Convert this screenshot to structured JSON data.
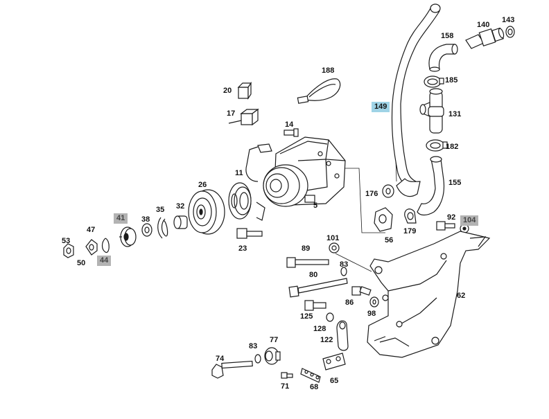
{
  "colors": {
    "highlight_selected": "#9fd3e6",
    "highlight_secondary": "#b3b3b3",
    "line": "#1a1a1a"
  },
  "parts": [
    {
      "id": "p149",
      "label": "149",
      "highlight": "blue"
    },
    {
      "id": "p41",
      "label": "41",
      "highlight": "gray"
    },
    {
      "id": "p44",
      "label": "44",
      "highlight": "gray"
    },
    {
      "id": "p104",
      "label": "104",
      "highlight": "gray"
    },
    {
      "id": "p140",
      "label": "140"
    },
    {
      "id": "p143",
      "label": "143"
    },
    {
      "id": "p158",
      "label": "158"
    },
    {
      "id": "p185",
      "label": "185"
    },
    {
      "id": "p131",
      "label": "131"
    },
    {
      "id": "p182",
      "label": "182"
    },
    {
      "id": "p155",
      "label": "155"
    },
    {
      "id": "p188",
      "label": "188"
    },
    {
      "id": "p20",
      "label": "20"
    },
    {
      "id": "p17",
      "label": "17"
    },
    {
      "id": "p14",
      "label": "14"
    },
    {
      "id": "p11",
      "label": "11"
    },
    {
      "id": "p26",
      "label": "26"
    },
    {
      "id": "p5",
      "label": "5"
    },
    {
      "id": "p176",
      "label": "176"
    },
    {
      "id": "p56",
      "label": "56"
    },
    {
      "id": "p179",
      "label": "179"
    },
    {
      "id": "p92",
      "label": "92"
    },
    {
      "id": "p35",
      "label": "35"
    },
    {
      "id": "p32",
      "label": "32"
    },
    {
      "id": "p38",
      "label": "38"
    },
    {
      "id": "p47",
      "label": "47"
    },
    {
      "id": "p53",
      "label": "53"
    },
    {
      "id": "p50",
      "label": "50"
    },
    {
      "id": "p23",
      "label": "23"
    },
    {
      "id": "p101",
      "label": "101"
    },
    {
      "id": "p89",
      "label": "89"
    },
    {
      "id": "p83a",
      "label": "83"
    },
    {
      "id": "p80",
      "label": "80"
    },
    {
      "id": "p86",
      "label": "86"
    },
    {
      "id": "p98",
      "label": "98"
    },
    {
      "id": "p62",
      "label": "62"
    },
    {
      "id": "p125",
      "label": "125"
    },
    {
      "id": "p128",
      "label": "128"
    },
    {
      "id": "p122",
      "label": "122"
    },
    {
      "id": "p77",
      "label": "77"
    },
    {
      "id": "p83b",
      "label": "83"
    },
    {
      "id": "p74",
      "label": "74"
    },
    {
      "id": "p71",
      "label": "71"
    },
    {
      "id": "p68",
      "label": "68"
    },
    {
      "id": "p65",
      "label": "65"
    }
  ]
}
